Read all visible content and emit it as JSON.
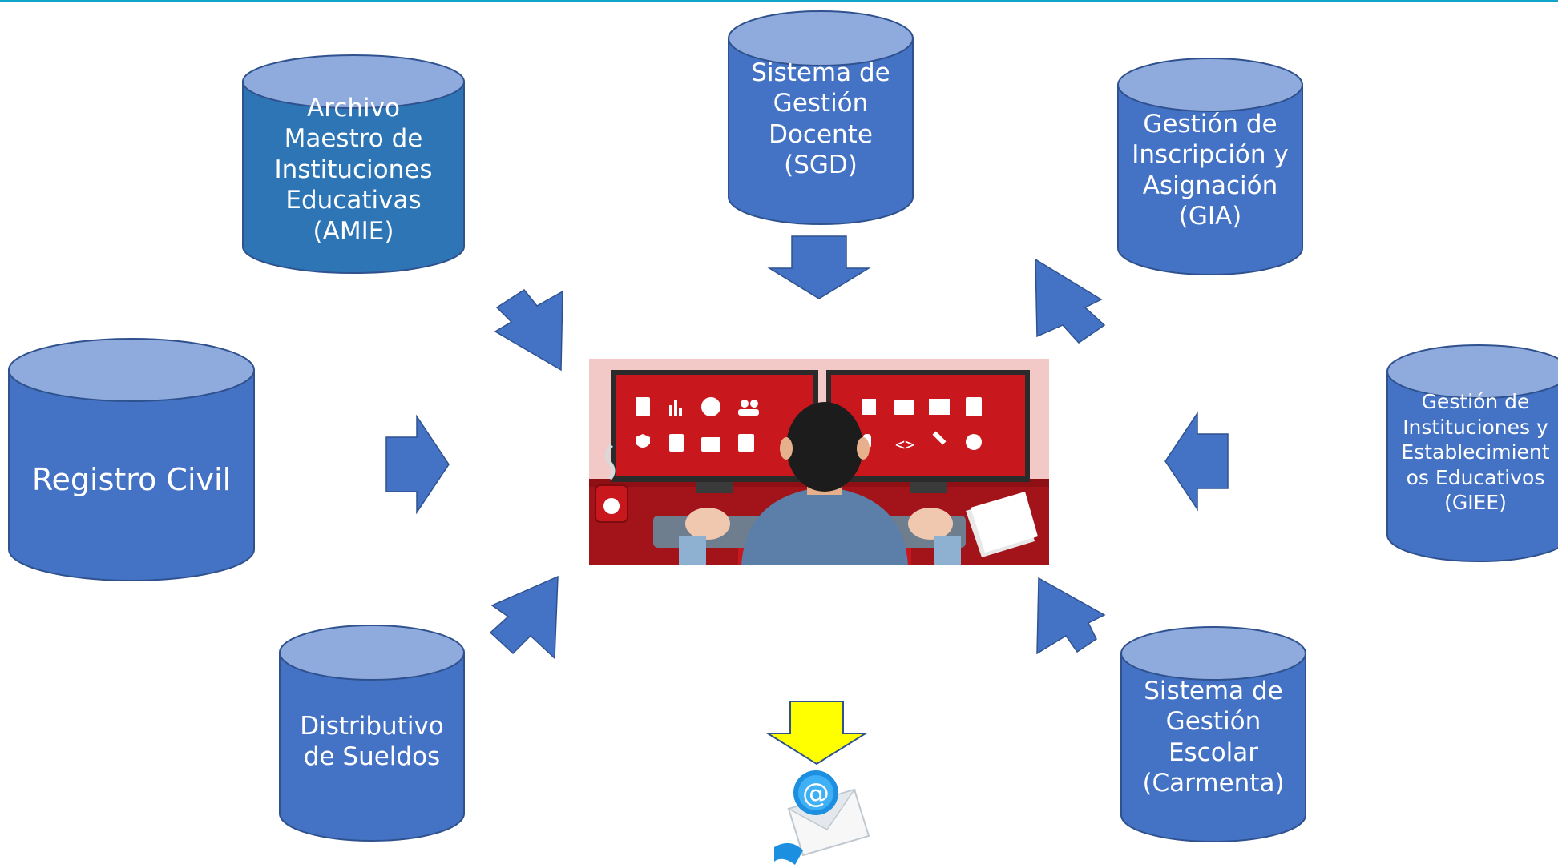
{
  "diagram": {
    "databases": {
      "amie": "Archivo\nMaestro de\nInstituciones\nEducativas\n(AMIE)",
      "sgd": "Sistema de\nGestión\nDocente\n(SGD)",
      "gia": "Gestión de\nInscripción y\nAsignación\n(GIA)",
      "registro_civil": "Registro Civil",
      "giee": "Gestión de\nInstituciones y\nEstablecimient\nos Educativos\n(GIEE)",
      "distributivo": "Distributivo\nde Sueldos",
      "carmenta": "Sistema de\nGestión\nEscolar\n(Carmenta)"
    },
    "email_glyph": "@",
    "colors": {
      "db_body": "#4472c4",
      "db_top": "#8faadc",
      "db_outline": "#2f528f",
      "amie_body": "#2e75b6",
      "arrow_blue": "#4472c4",
      "arrow_yellow": "#ffff00",
      "screen_red": "#c9171e",
      "desk_red": "#a3141a"
    }
  }
}
